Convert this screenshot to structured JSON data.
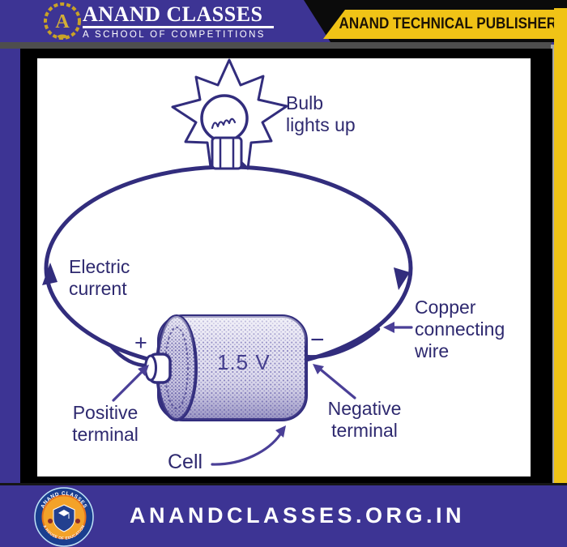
{
  "header": {
    "brand": "ANAND CLASSES",
    "tagline": "A SCHOOL OF COMPETITIONS",
    "banner": "ANAND TECHNICAL PUBLISHERS",
    "logo_monogram": "A"
  },
  "diagram": {
    "bulb_label": "Bulb\nlights up",
    "current_label": "Electric\ncurrent",
    "wire_label": "Copper\nconnecting\nwire",
    "positive_label": "Positive\nterminal",
    "negative_label": "Negative\nterminal",
    "cell_label": "Cell",
    "voltage": "1.5 V",
    "plus_sign": "+",
    "minus_sign": "−"
  },
  "footer": {
    "url": "ANANDCLASSES.ORG.IN",
    "badge_top": "ANAND CLASSES",
    "badge_bottom": "A HOUSE OF EDUCATION"
  },
  "colors": {
    "brand_purple": "#3d3494",
    "banner_yellow": "#f0c316",
    "ink_navy": "#322d7d",
    "label_navy": "#2e296f",
    "arrow_purple": "#4a3f97",
    "banner_text": "#1d1405"
  }
}
